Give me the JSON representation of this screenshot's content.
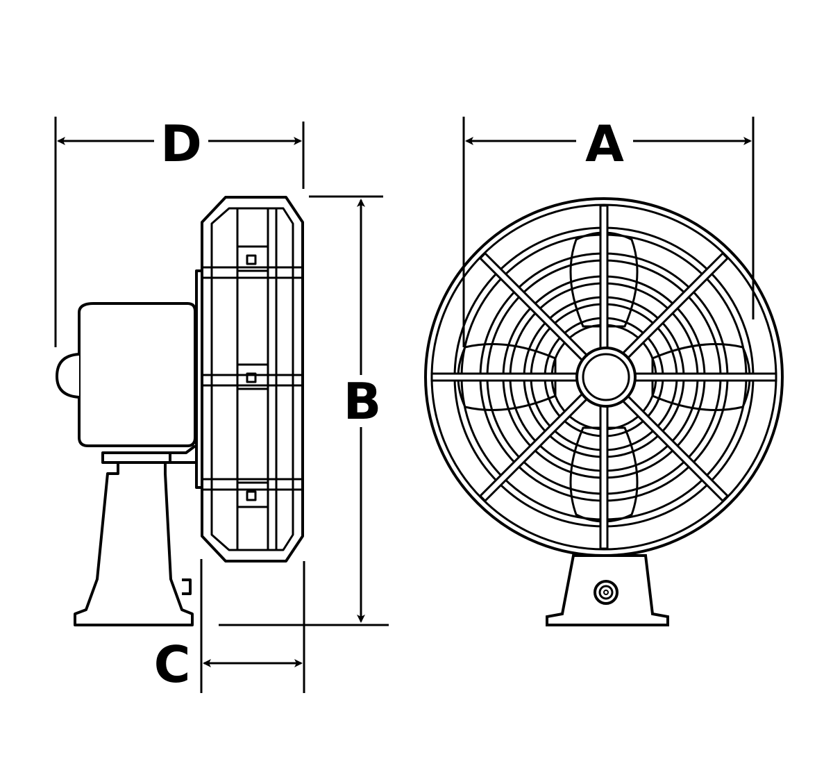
{
  "labels": {
    "A": "A",
    "B": "B",
    "C": "C",
    "D": "D"
  },
  "colors": {
    "line": "#000000",
    "background": "#ffffff"
  }
}
